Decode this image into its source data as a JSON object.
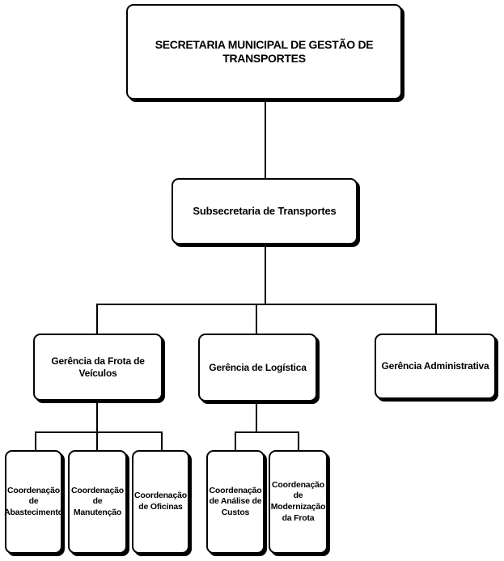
{
  "org_chart": {
    "root": {
      "label": "SECRETARIA MUNICIPAL DE GESTÃO DE TRANSPORTES"
    },
    "subsecretaria": {
      "label": "Subsecretaria de Transportes"
    },
    "gerencias": [
      {
        "label": "Gerência da Frota de Veículos",
        "coordenacoes": [
          {
            "lines": [
              "Coordenação",
              "de",
              "Abastecimento"
            ]
          },
          {
            "lines": [
              "Coordenação",
              "de Manutenção"
            ]
          },
          {
            "lines": [
              "Coordenação",
              "de Oficinas"
            ]
          }
        ]
      },
      {
        "label": "Gerência de Logística",
        "coordenacoes": [
          {
            "lines": [
              "Coordenação",
              "de Análise de",
              "Custos"
            ]
          },
          {
            "lines": [
              "Coordenação",
              "de",
              "Modernização",
              "da Frota"
            ]
          }
        ]
      },
      {
        "label": "Gerência Administrativa",
        "coordenacoes": []
      }
    ]
  }
}
